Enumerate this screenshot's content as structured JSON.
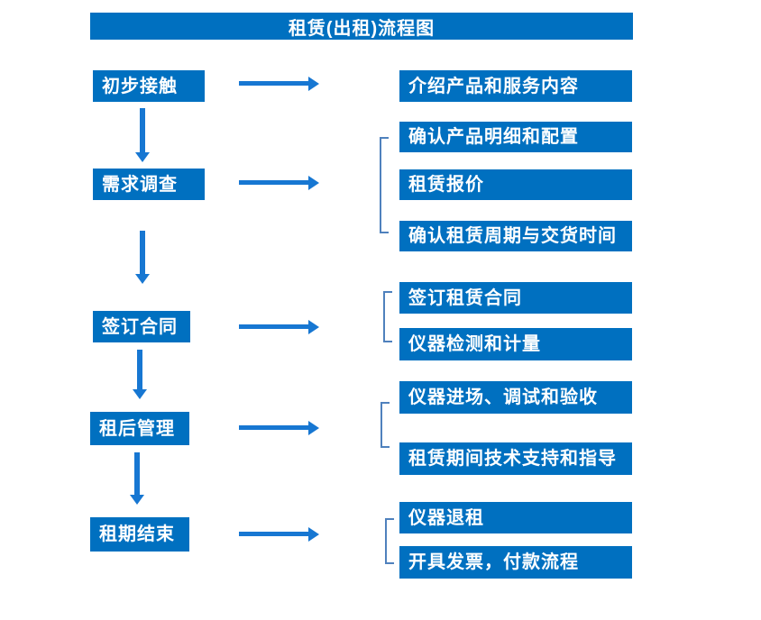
{
  "title": "租赁(出租)流程图",
  "colors": {
    "box_blue": "#0070c0",
    "arrow_blue": "#1777d2",
    "bracket_blue": "#4f81bd",
    "text_white": "#ffffff",
    "background": "#ffffff"
  },
  "stages": [
    {
      "label": "初步接触",
      "details": [
        "介绍产品和服务内容"
      ]
    },
    {
      "label": "需求调查",
      "details": [
        "确认产品明细和配置",
        "租赁报价",
        "确认租赁周期与交货时间"
      ]
    },
    {
      "label": "签订合同",
      "details": [
        "签订租赁合同",
        "仪器检测和计量"
      ]
    },
    {
      "label": "租后管理",
      "details": [
        "仪器进场、调试和验收",
        "租赁期间技术支持和指导"
      ]
    },
    {
      "label": "租期结束",
      "details": [
        "仪器退租",
        "开具发票，付款流程"
      ]
    }
  ]
}
